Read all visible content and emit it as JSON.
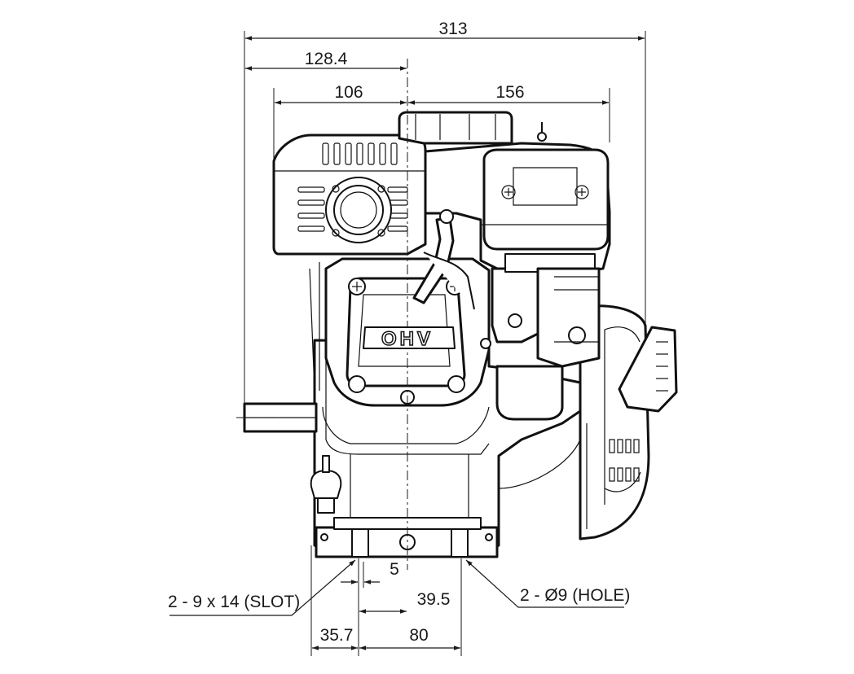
{
  "drawing": {
    "engine_label": "OHV",
    "dimensions": {
      "overall_width": "313",
      "shaft_to_center": "128.4",
      "left_to_center": "106",
      "center_to_right": "156",
      "slot_offset": "5",
      "hole_offset": "39.5",
      "mount_left": "35.7",
      "mount_spacing": "80"
    },
    "callouts": {
      "slot": "2 - 9 x 14 (SLOT)",
      "hole": "2 - Ø9 (HOLE)"
    }
  }
}
